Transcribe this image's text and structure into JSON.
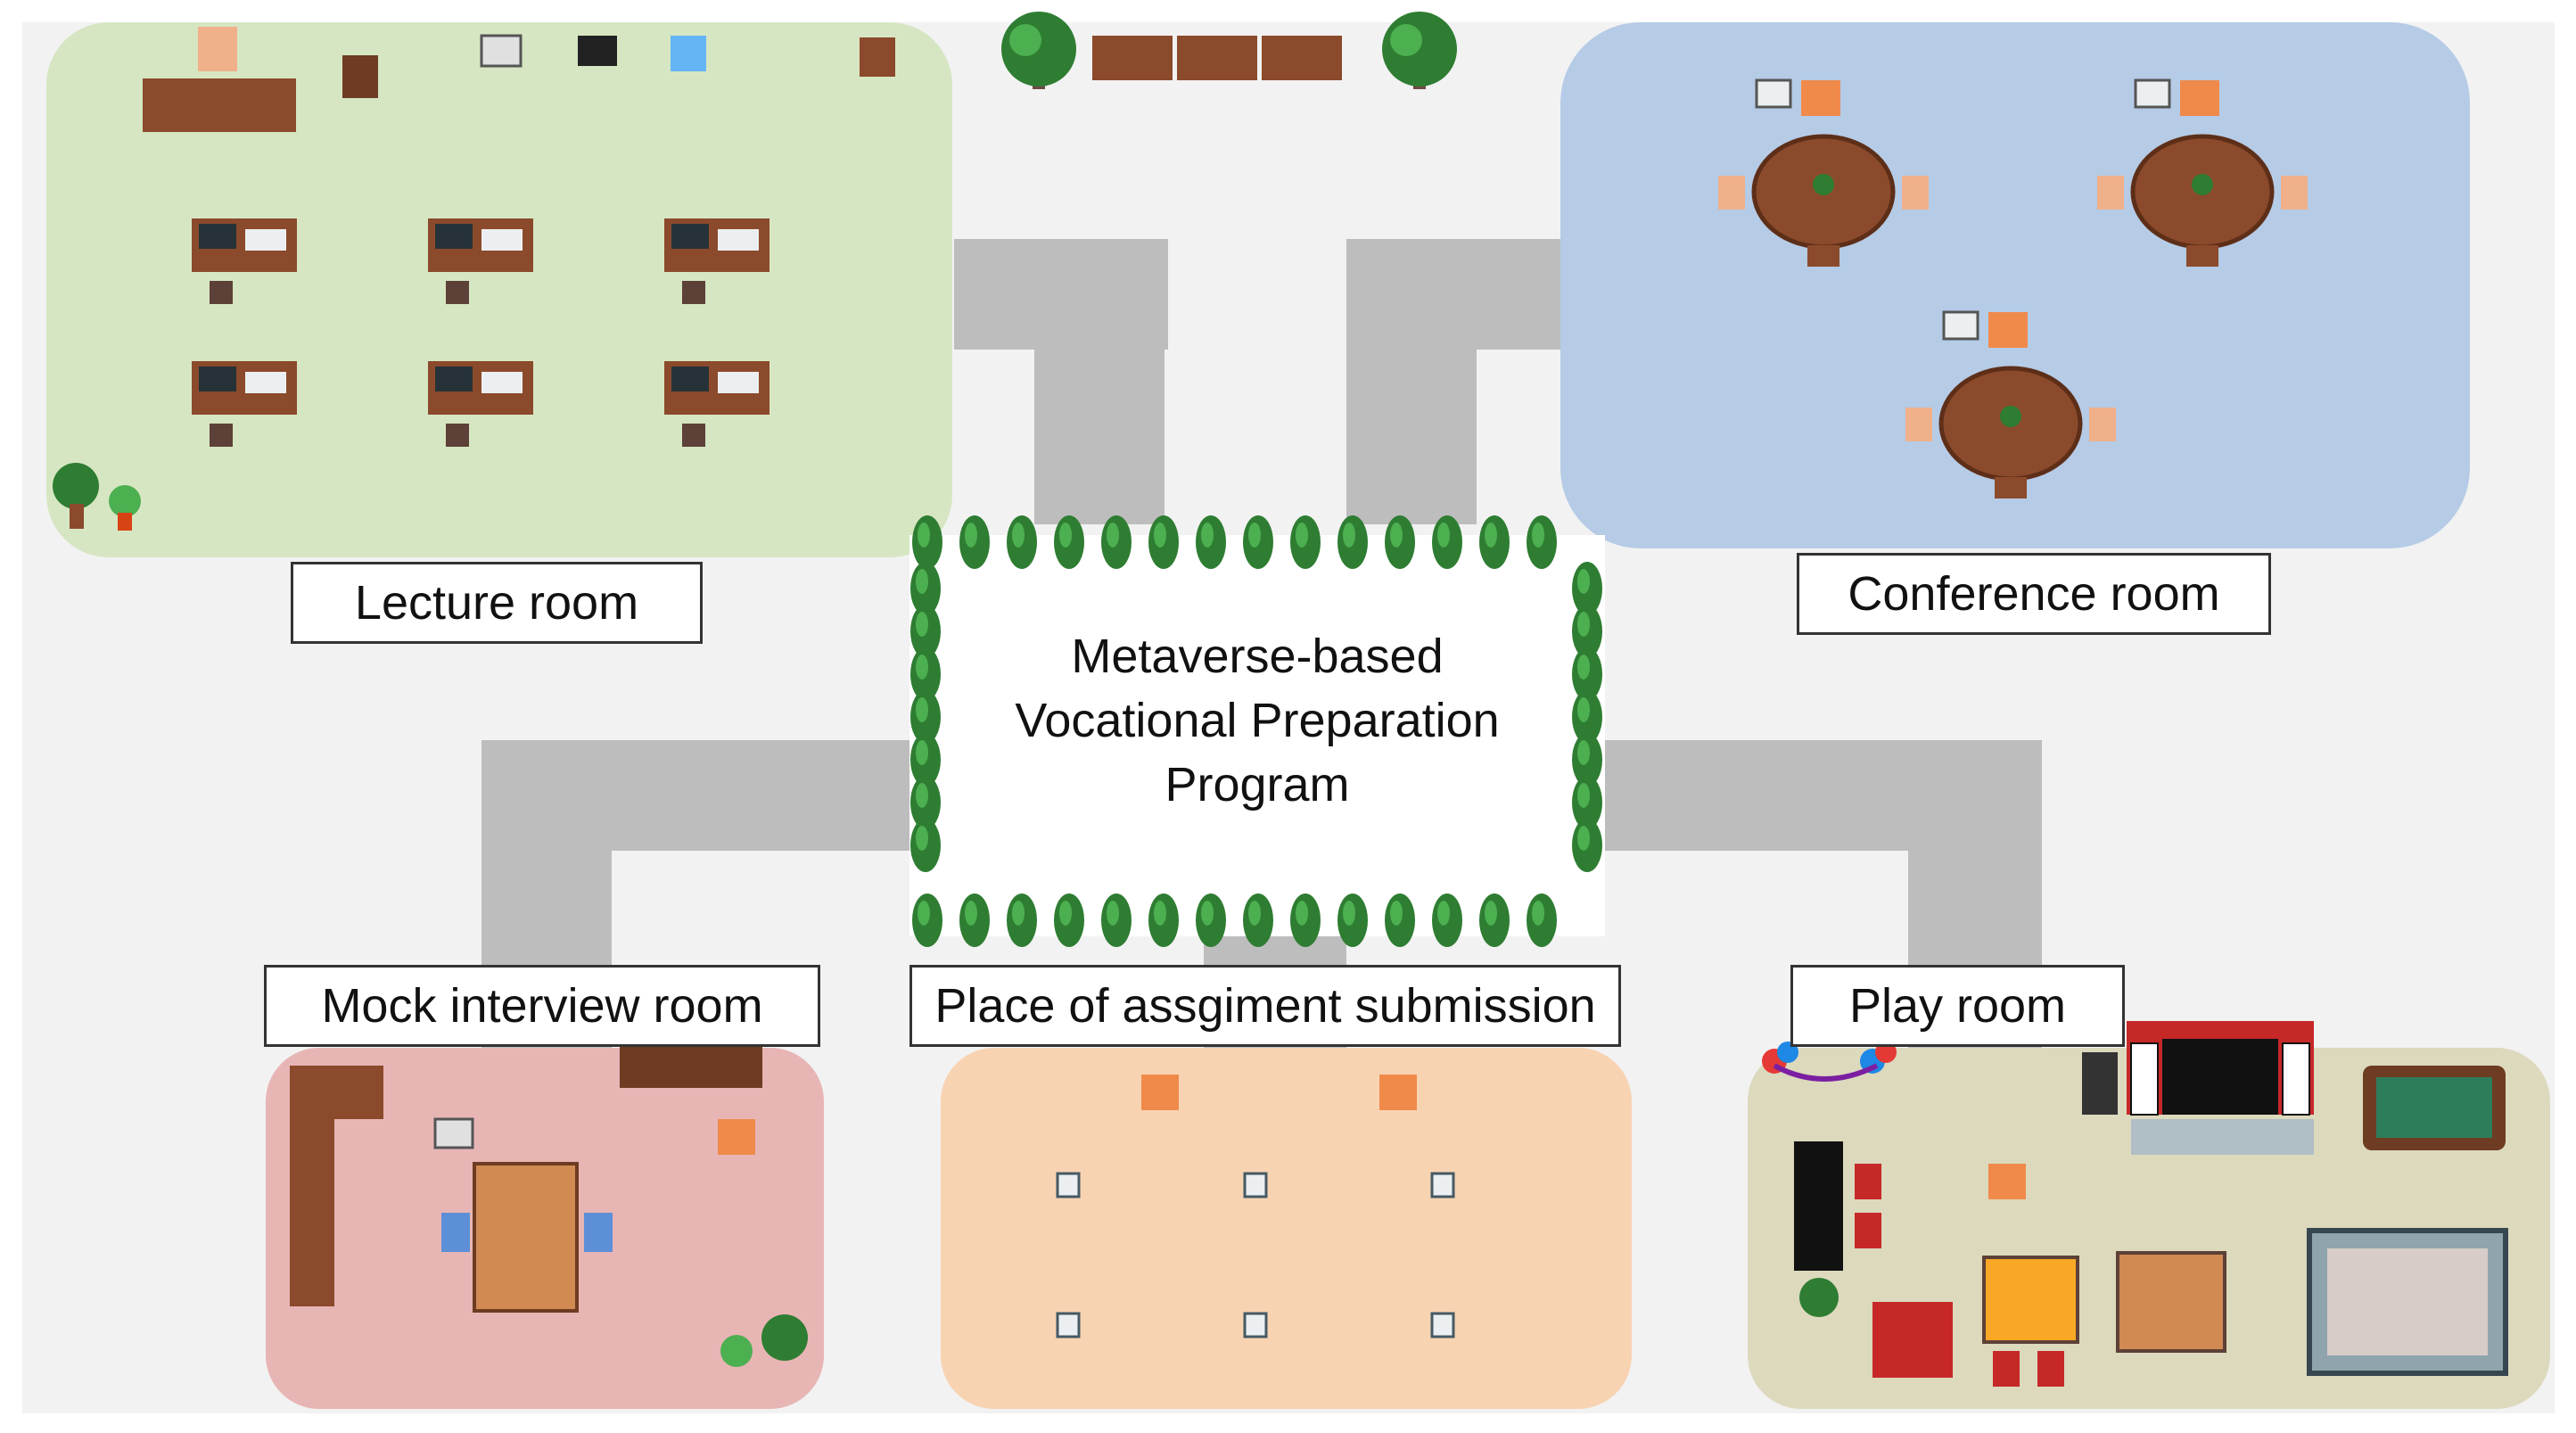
{
  "center": {
    "title_lines": [
      "Metaverse-based",
      "Vocational Preparation",
      "Program"
    ]
  },
  "rooms": {
    "lecture": {
      "label": "Lecture room",
      "color": "#d6e6c2"
    },
    "conference": {
      "label": "Conference room",
      "color": "#b5cbe6"
    },
    "mock_interview": {
      "label": "Mock interview room",
      "color": "#e8b5b5"
    },
    "assignment": {
      "label": "Place of assgiment submission",
      "color": "#f8d3b2"
    },
    "play": {
      "label": "Play room",
      "color": "#dcd9bd"
    }
  },
  "colors": {
    "floor": "#f2f2f2",
    "path": "#bdbdbd",
    "hedge": "#2e7d32",
    "hedge_light": "#4caf50",
    "wood": "#8b4a2b",
    "accent_orange": "#f08a4b"
  },
  "icons": {
    "tree": "tree-icon",
    "desk": "desk-icon",
    "round_table": "round-table-icon",
    "megaphone": "megaphone-icon",
    "document": "document-icon",
    "pool_table": "pool-table-icon",
    "piano": "piano-icon",
    "plant": "plant-icon",
    "bench": "bench-icon"
  }
}
